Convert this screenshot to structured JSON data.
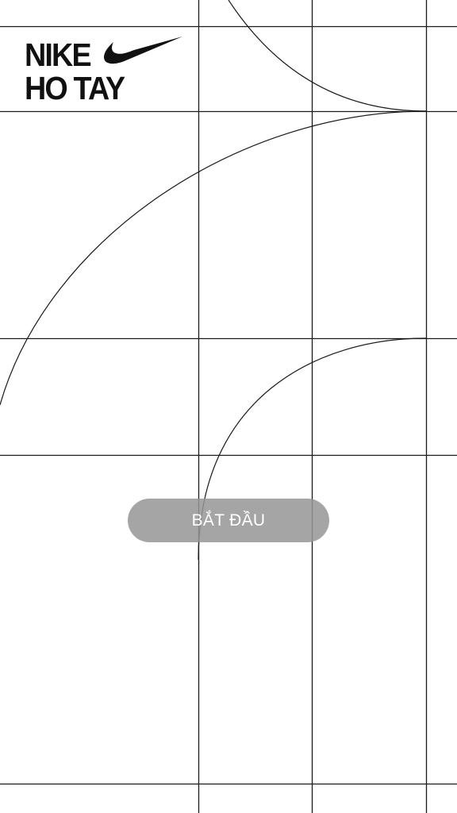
{
  "brand": {
    "line1": "NIKE",
    "line2": "HO TAY",
    "logo_icon": "swoosh-icon"
  },
  "start_button": {
    "label": "BẮT ĐẦU"
  },
  "colors": {
    "background": "#ffffff",
    "lines": "#111111",
    "button_fill": "#969696",
    "button_text": "#ffffff"
  }
}
